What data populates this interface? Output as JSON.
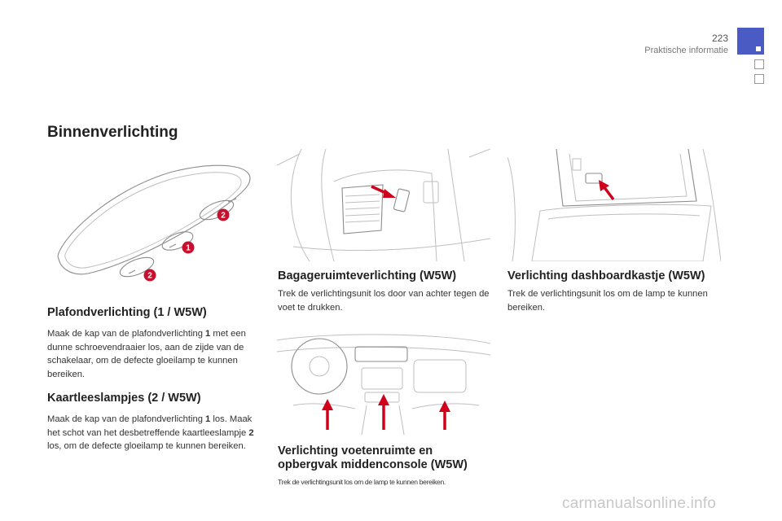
{
  "header": {
    "page_number": "223",
    "section": "Praktische informatie"
  },
  "page_title": "Binnenverlichting",
  "sections": {
    "plafond": {
      "title": "Plafondverlichting (1 / W5W)",
      "text_1": "Maak de kap van de plafondverlichting ",
      "num_1": "1",
      "text_2": " met een dunne schroevendraaier los, aan de zijde van de schakelaar, om de defecte gloeilamp te kunnen bereiken."
    },
    "kaart": {
      "title": "Kaartleeslampjes (2 / W5W)",
      "text_1": "Maak de kap van de plafondverlichting ",
      "num_1": "1",
      "text_2": " los. Maak het schot van het desbetreffende kaartleeslampje ",
      "num_2": "2",
      "text_3": " los, om de defecte gloeilamp te kunnen bereiken."
    },
    "bagage": {
      "title": "Bagageruimteverlichting (W5W)",
      "text": "Trek de verlichtingsunit los door van achter tegen de voet te drukken."
    },
    "dashboard": {
      "title": "Verlichting dashboardkastje (W5W)",
      "text": "Trek de verlichtingsunit los om de lamp te kunnen bereiken."
    },
    "voeten": {
      "title_line1": "Verlichting voetenruimte en",
      "title_line2": "opbergvak middenconsole (W5W)",
      "text": "Trek de verlichtingsunit los om de lamp te kunnen bereiken."
    }
  },
  "badges": {
    "one": "1",
    "two": "2"
  },
  "watermark": "carmanualsonline.info",
  "colors": {
    "accent": "#4a5cc4",
    "badge": "#c8102e",
    "arrow": "#d0021b"
  }
}
